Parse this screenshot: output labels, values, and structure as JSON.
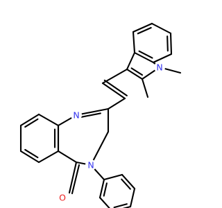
{
  "colors": {
    "background": "#ffffff",
    "bond": "#000000",
    "nitrogen": "#3333ee",
    "oxygen": "#ee2222"
  },
  "atoms": {
    "n1": "N",
    "n2": "N",
    "n3": "N",
    "o1": "O"
  }
}
